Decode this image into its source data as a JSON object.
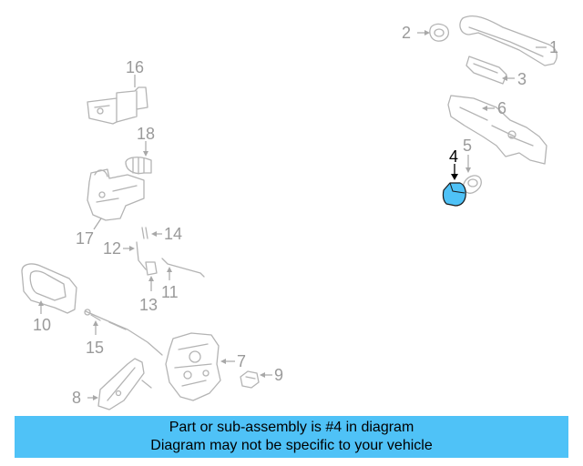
{
  "labels": {
    "p1": "1",
    "p2": "2",
    "p3": "3",
    "p4": "4",
    "p5": "5",
    "p6": "6",
    "p7": "7",
    "p8": "8",
    "p9": "9",
    "p10": "10",
    "p11": "11",
    "p12": "12",
    "p13": "13",
    "p14": "14",
    "p15": "15",
    "p16": "16",
    "p17": "17",
    "p18": "18"
  },
  "highlight": {
    "part": "4",
    "color": "#4fc2f7"
  },
  "banner": {
    "line1": "Part or sub-assembly is #4 in diagram",
    "line2": "Diagram may not be specific to your vehicle",
    "color": "#4fc2f7"
  }
}
